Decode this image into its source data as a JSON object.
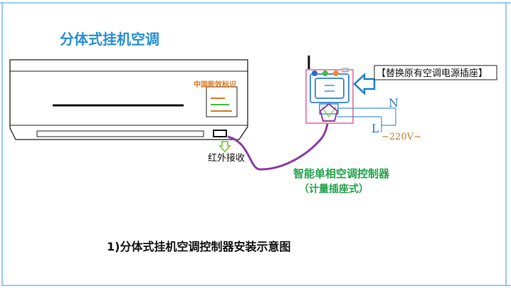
{
  "diagram": {
    "title": "分体式挂机空调",
    "energy_label": "中国能效标识",
    "ir_receiver_label": "红外接收",
    "device_name": "智能单相空调控制器",
    "device_subtitle": "（计量插座式）",
    "callout_text": "【替换原有空调电源插座】",
    "neutral_label": "N",
    "live_label": "L",
    "voltage_label": "~220V~",
    "caption": "1)分体式挂机空调控制器安装示意图",
    "colors": {
      "frame": "#3a9ad9",
      "title": "#2a8fd6",
      "device_text": "#22a34a",
      "cable": "#8a3fa3",
      "pink_box": "#e88db4",
      "energy_label_text": "#e07a1f",
      "indicator_blue": "#2a6fd0",
      "indicator_green": "#3fbf3f",
      "indicator_orange": "#f08a2a"
    }
  }
}
